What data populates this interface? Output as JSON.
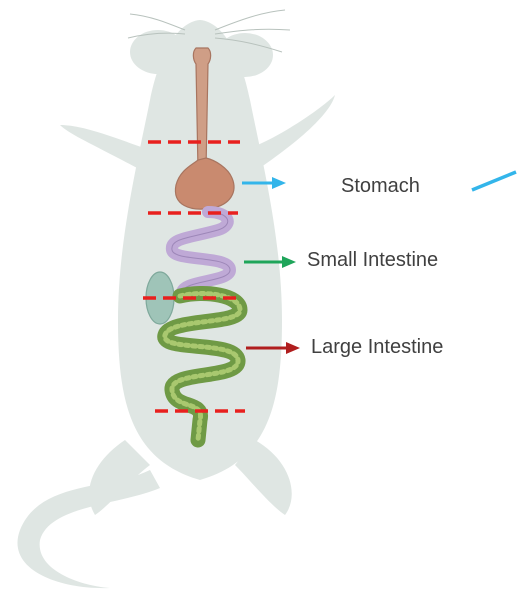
{
  "labels": {
    "stomach": "Stomach",
    "small_intestine": "Small Intestine",
    "large_intestine": "Large Intestine"
  },
  "colors": {
    "silhouette": "#dfe6e3",
    "esophagus": "#cf9e86",
    "stomach": "#c98a6f",
    "small_intestine": "#bfa9d6",
    "large_intestine": "#6f9a45",
    "cecum": "#9fc4b8",
    "cut_line": "#e8201e",
    "arrow_stomach": "#33b5ea",
    "arrow_small": "#1fa55a",
    "arrow_large": "#b01e1e",
    "text": "#404040"
  },
  "icons": [
    "mouse-silhouette",
    "digestive-tract",
    "dashed-cut-line",
    "arrow-right"
  ]
}
